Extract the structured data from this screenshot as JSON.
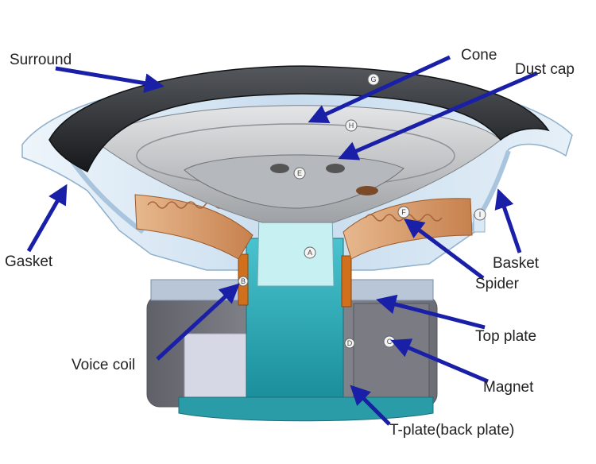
{
  "labels": {
    "surround": "Surround",
    "cone": "Cone",
    "dust_cap": "Dust cap",
    "gasket": "Gasket",
    "basket": "Basket",
    "spider": "Spider",
    "top_plate": "Top plate",
    "voice_coil": "Voice coil",
    "magnet": "Magnet",
    "t_plate": "T-plate(back plate)"
  },
  "markers": {
    "a": "A",
    "b": "B",
    "c": "C",
    "d": "D",
    "e": "E",
    "f": "F",
    "g": "G",
    "h": "H",
    "i": "I"
  },
  "colors": {
    "arrow": "#1a1fa8",
    "surround": "#2a2d31",
    "cone": "#c4c6c8",
    "basket": "#c9ddf0",
    "spider": "#d99a6c",
    "magnet": "#8e8e96",
    "pole_piece": "#24a7b5",
    "voice_coil": "#d0701d",
    "top_plate": "#b8c6d8",
    "back_plate": "#2a9ca8"
  }
}
